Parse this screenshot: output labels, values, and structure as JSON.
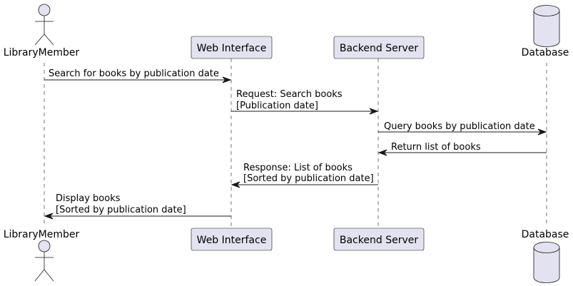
{
  "participants": [
    {
      "id": "member",
      "type": "actor",
      "label": "LibraryMember"
    },
    {
      "id": "web",
      "type": "participant",
      "label": "Web Interface"
    },
    {
      "id": "backend",
      "type": "participant",
      "label": "Backend Server"
    },
    {
      "id": "db",
      "type": "database",
      "label": "Database"
    }
  ],
  "messages": [
    {
      "from": "member",
      "to": "web",
      "lines": [
        "Search for books by publication date"
      ]
    },
    {
      "from": "web",
      "to": "backend",
      "lines": [
        "Request: Search books",
        "[Publication date]"
      ]
    },
    {
      "from": "backend",
      "to": "db",
      "lines": [
        "Query books by publication date"
      ]
    },
    {
      "from": "db",
      "to": "backend",
      "lines": [
        "Return list of books"
      ]
    },
    {
      "from": "backend",
      "to": "web",
      "lines": [
        "Response: List of books",
        "[Sorted by publication date]"
      ]
    },
    {
      "from": "web",
      "to": "member",
      "lines": [
        "Display books",
        "[Sorted by publication date]"
      ]
    }
  ],
  "colors": {
    "participant_fill": "#E2E2F0",
    "stroke": "#181818"
  }
}
